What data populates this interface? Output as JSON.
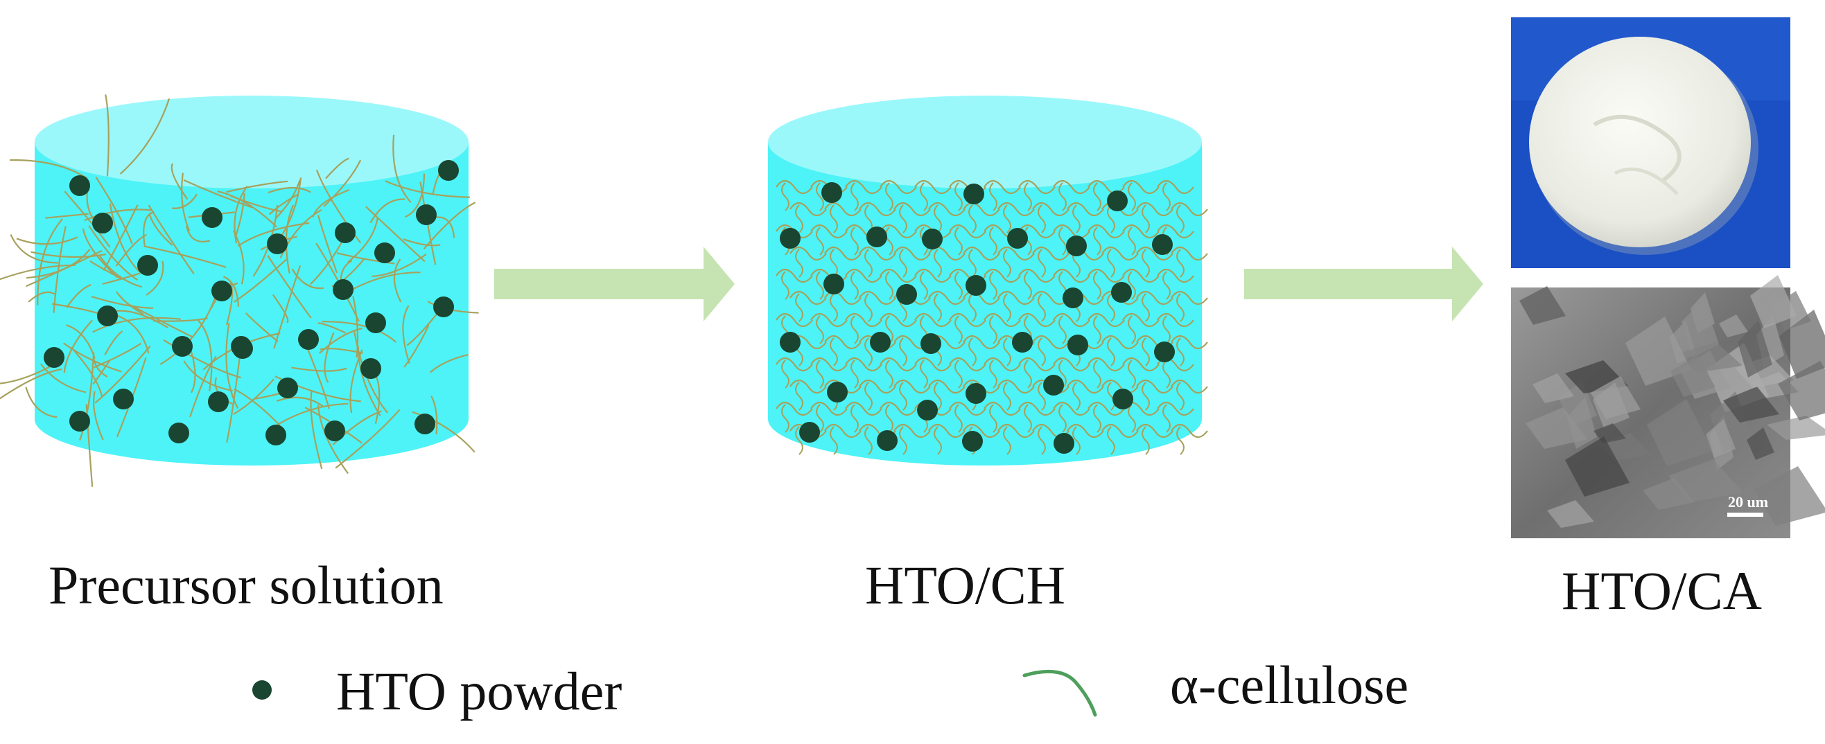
{
  "labels": {
    "precursor": "Precursor solution",
    "htoch": "HTO/CH",
    "htoca": "HTO/CA",
    "hto_powder": "HTO powder",
    "cellulose": "α-cellulose"
  },
  "scale_bar": "20 um",
  "colors": {
    "cylinder_body": "#4df3f7",
    "cylinder_top": "#9af8fb",
    "particle": "#1a4530",
    "fiber": "#a7a15c",
    "arrow": "#c6e4b2",
    "photo_bg": "#1b4fc4",
    "sem_bg": "#7e7e7e"
  },
  "icons": [
    "particle-icon",
    "fiber-icon",
    "right-arrow-icon"
  ]
}
